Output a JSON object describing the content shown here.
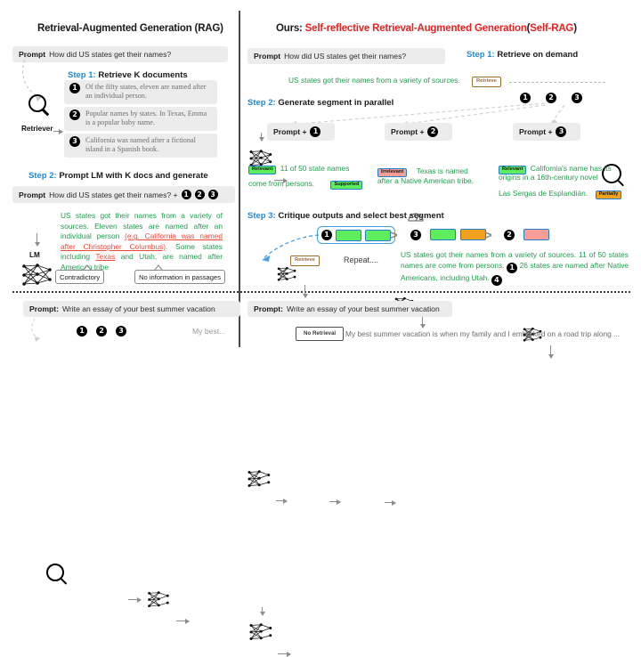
{
  "figure": {
    "left_panel": {
      "title": "Retrieval-Augmented Generation (RAG)",
      "prompt_label": "Prompt",
      "prompt_text": "How did US states get their names?",
      "step1": {
        "num": "Step 1:",
        "text": "Retrieve K documents"
      },
      "retriever_label": "Retriever",
      "documents": [
        {
          "id": "1",
          "text": "Of the fifty states, eleven are named after an individual person."
        },
        {
          "id": "2",
          "text": "Popular names by states. In Texas, Emma is a popular baby name."
        },
        {
          "id": "3",
          "text": "California was named after a fictional island in a Spanish book."
        }
      ],
      "step2": {
        "num": "Step 2:",
        "text": "Prompt LM with K docs and generate"
      },
      "prompt2_label": "Prompt",
      "prompt2_text": "How did US states get their names? +",
      "prompt2_docs": [
        "1",
        "2",
        "3"
      ],
      "lm_label": "LM",
      "generation": [
        {
          "t": "US states got their names from a variety of sources. Eleven states are named after an individual person ",
          "k": "ok"
        },
        {
          "t": "(e.g. California was named after Christopher Columbus)",
          "k": "bad"
        },
        {
          "t": ". Some states including ",
          "k": "ok"
        },
        {
          "t": "Texas",
          "k": "bad"
        },
        {
          "t": " and Utah, are named after ",
          "k": "ok"
        },
        {
          "t": "American tribe",
          "k": "ok"
        }
      ],
      "callouts": [
        "Contradictory",
        "No information in passages"
      ]
    },
    "right_panel": {
      "title_prefix": "Ours:",
      "title_red": "Self-reflective Retrieval-Augmented Generation",
      "title_paren_open": "(",
      "title_red2": "Self-RAG",
      "title_paren_close": ")",
      "prompt_label": "Prompt",
      "prompt_text": "How did US states get their names?",
      "step1": {
        "num": "Step 1:",
        "text": "Retrieve on demand"
      },
      "first_gen": "US states got their names from a variety of sources.",
      "retrieve_token": "Retrieve",
      "doc_ids": [
        "1",
        "2",
        "3"
      ],
      "step2": {
        "num": "Step 2:",
        "text": "Generate segment in parallel"
      },
      "columns": [
        {
          "prompt_label": "Prompt +",
          "doc_id": "1",
          "badges_inline": [
            {
              "label": "Relevant",
              "color": "green"
            }
          ],
          "text_a": "11 of 50 state names",
          "text_b": "come from persons.",
          "badge_end": {
            "label": "Supported",
            "color": "green"
          },
          "text_color": "green"
        },
        {
          "prompt_label": "Prompt +",
          "doc_id": "2",
          "badges_inline": [
            {
              "label": "Irrelevant",
              "color": "salmon"
            }
          ],
          "text_a": "Texas is named",
          "text_b": "after a Native American tribe.",
          "badge_end": null,
          "text_color": "red"
        },
        {
          "prompt_label": "Prompt +",
          "doc_id": "3",
          "badges_inline": [
            {
              "label": "Relevant",
              "color": "green"
            }
          ],
          "text_a": "California's name has its",
          "text_b": "origins in a 16th-century novel",
          "text_c": "Las Sergas de Esplandián.",
          "badge_end": {
            "label": "Partially",
            "color": "orange"
          },
          "text_color": "green"
        }
      ],
      "step3": {
        "num": "Step 3:",
        "text": "Critique outputs and select best segment"
      },
      "ranking": [
        {
          "doc_id": "1",
          "segments": [
            "green",
            "green"
          ],
          "selected": true
        },
        {
          "doc_id": "3",
          "segments": [
            "green",
            "orange"
          ],
          "selected": false
        },
        {
          "doc_id": "2",
          "segments": [
            "salmon"
          ],
          "selected": false
        }
      ],
      "ranking_operator": ">",
      "repeat_label": "Repeat....",
      "final_text_1": "US states got their names from a variety of sources. 11 of 50",
      "final_text_2": "states names are come from persons.",
      "final_text_3": "26 states are named",
      "final_text_4": "after Native Americans, including Utah.",
      "final_marker_a": "1",
      "final_marker_b": "4"
    },
    "bottom_left": {
      "prompt_label": "Prompt:",
      "prompt_text": "Write an essay of your best summer vacation",
      "doc_ids": [
        "1",
        "2",
        "3"
      ],
      "output": "My best..."
    },
    "bottom_right": {
      "prompt_label": "Prompt:",
      "prompt_text": "Write an essay of your best summer vacation",
      "no_retrieval_token": "No Retrieval",
      "output": "My best summer vacation is when my family and I embarked on a road trip along ..."
    },
    "colors": {
      "accent_blue": "#1f8ae0",
      "red": "#ef1f1f",
      "green_text": "#1f9e4d",
      "red_text": "#f4473c",
      "badge_green": "#5ded5d",
      "badge_salmon": "#fb9d97",
      "badge_orange": "#f0a11d",
      "badge_border": "#1f7fd4",
      "retrieve_brown": "#9c6b2f"
    }
  }
}
